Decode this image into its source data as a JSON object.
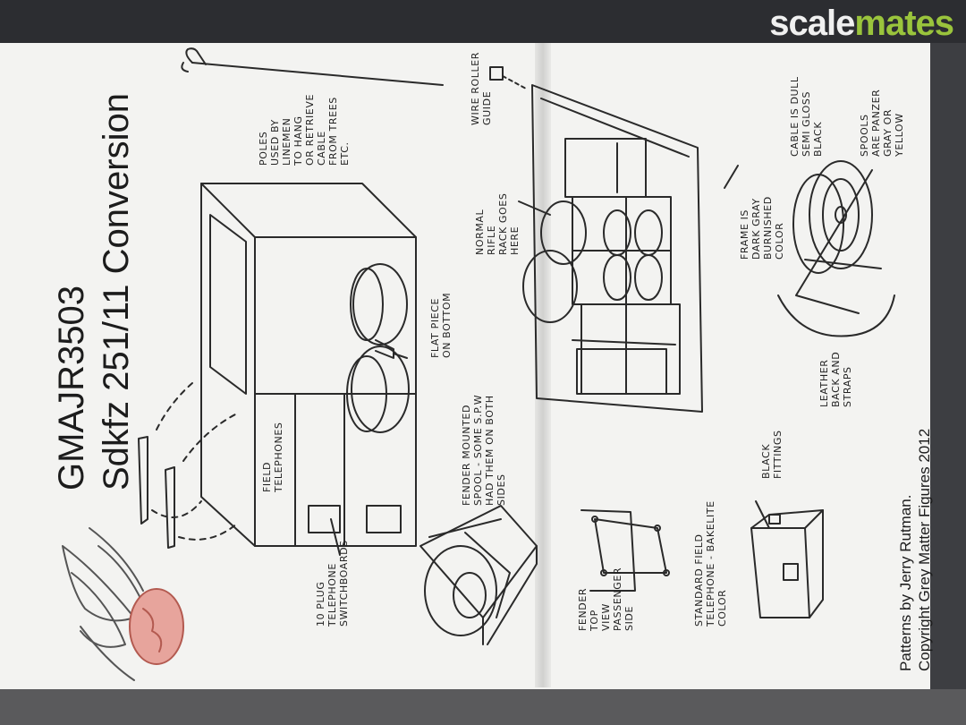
{
  "watermark": {
    "part1": "scale",
    "part2": "mates"
  },
  "sheet": {
    "code": "GMAJR3503",
    "title": "Sdkfz 251/11 Conversion",
    "credits": [
      "Patterns by Jerry Rutman.",
      "Copyright Grey Matter Figures 2012"
    ]
  },
  "notes": {
    "poles": "POLES\nUSED BY\nLINEMEN\nTO HANG\nOR RETRIEVE\nCABLE\nFROM TREES\nETC.",
    "wire_roller": "WIRE ROLLER\nGUIDE",
    "normal_rifle": "NORMAL\nRIFLE\nRACK GOES\nHERE",
    "frame": "FRAME IS\nDARK GRAY\nBURNISHED\nCOLOR",
    "cable": "CABLE IS DULL\nSEMI GLOSS\nBLACK",
    "spools": "SPOOLS\nARE PANZER\nGRAY OR\nYELLOW",
    "flat_piece": "FLAT PIECE\nON BOTTOM",
    "fender_spool": "FENDER MOUNTED\nSPOOL - SOME S.P.W\nHAD THEM ON BOTH\nSIDES",
    "field_telephones": "FIELD\nTELEPHONES",
    "switchboards": "10 PLUG\nTELEPHONE\nSWITCHBOARDS",
    "leather": "LEATHER\nBACK AND\nSTRAPS",
    "standard_phone": "STANDARD FIELD\nTELEPHONE - BAKELITE\nCOLOR",
    "black_fittings": "BLACK\nFITTINGS",
    "fender_top": "FENDER\nTOP\nVIEW\nPASSENGER\nSIDE"
  }
}
